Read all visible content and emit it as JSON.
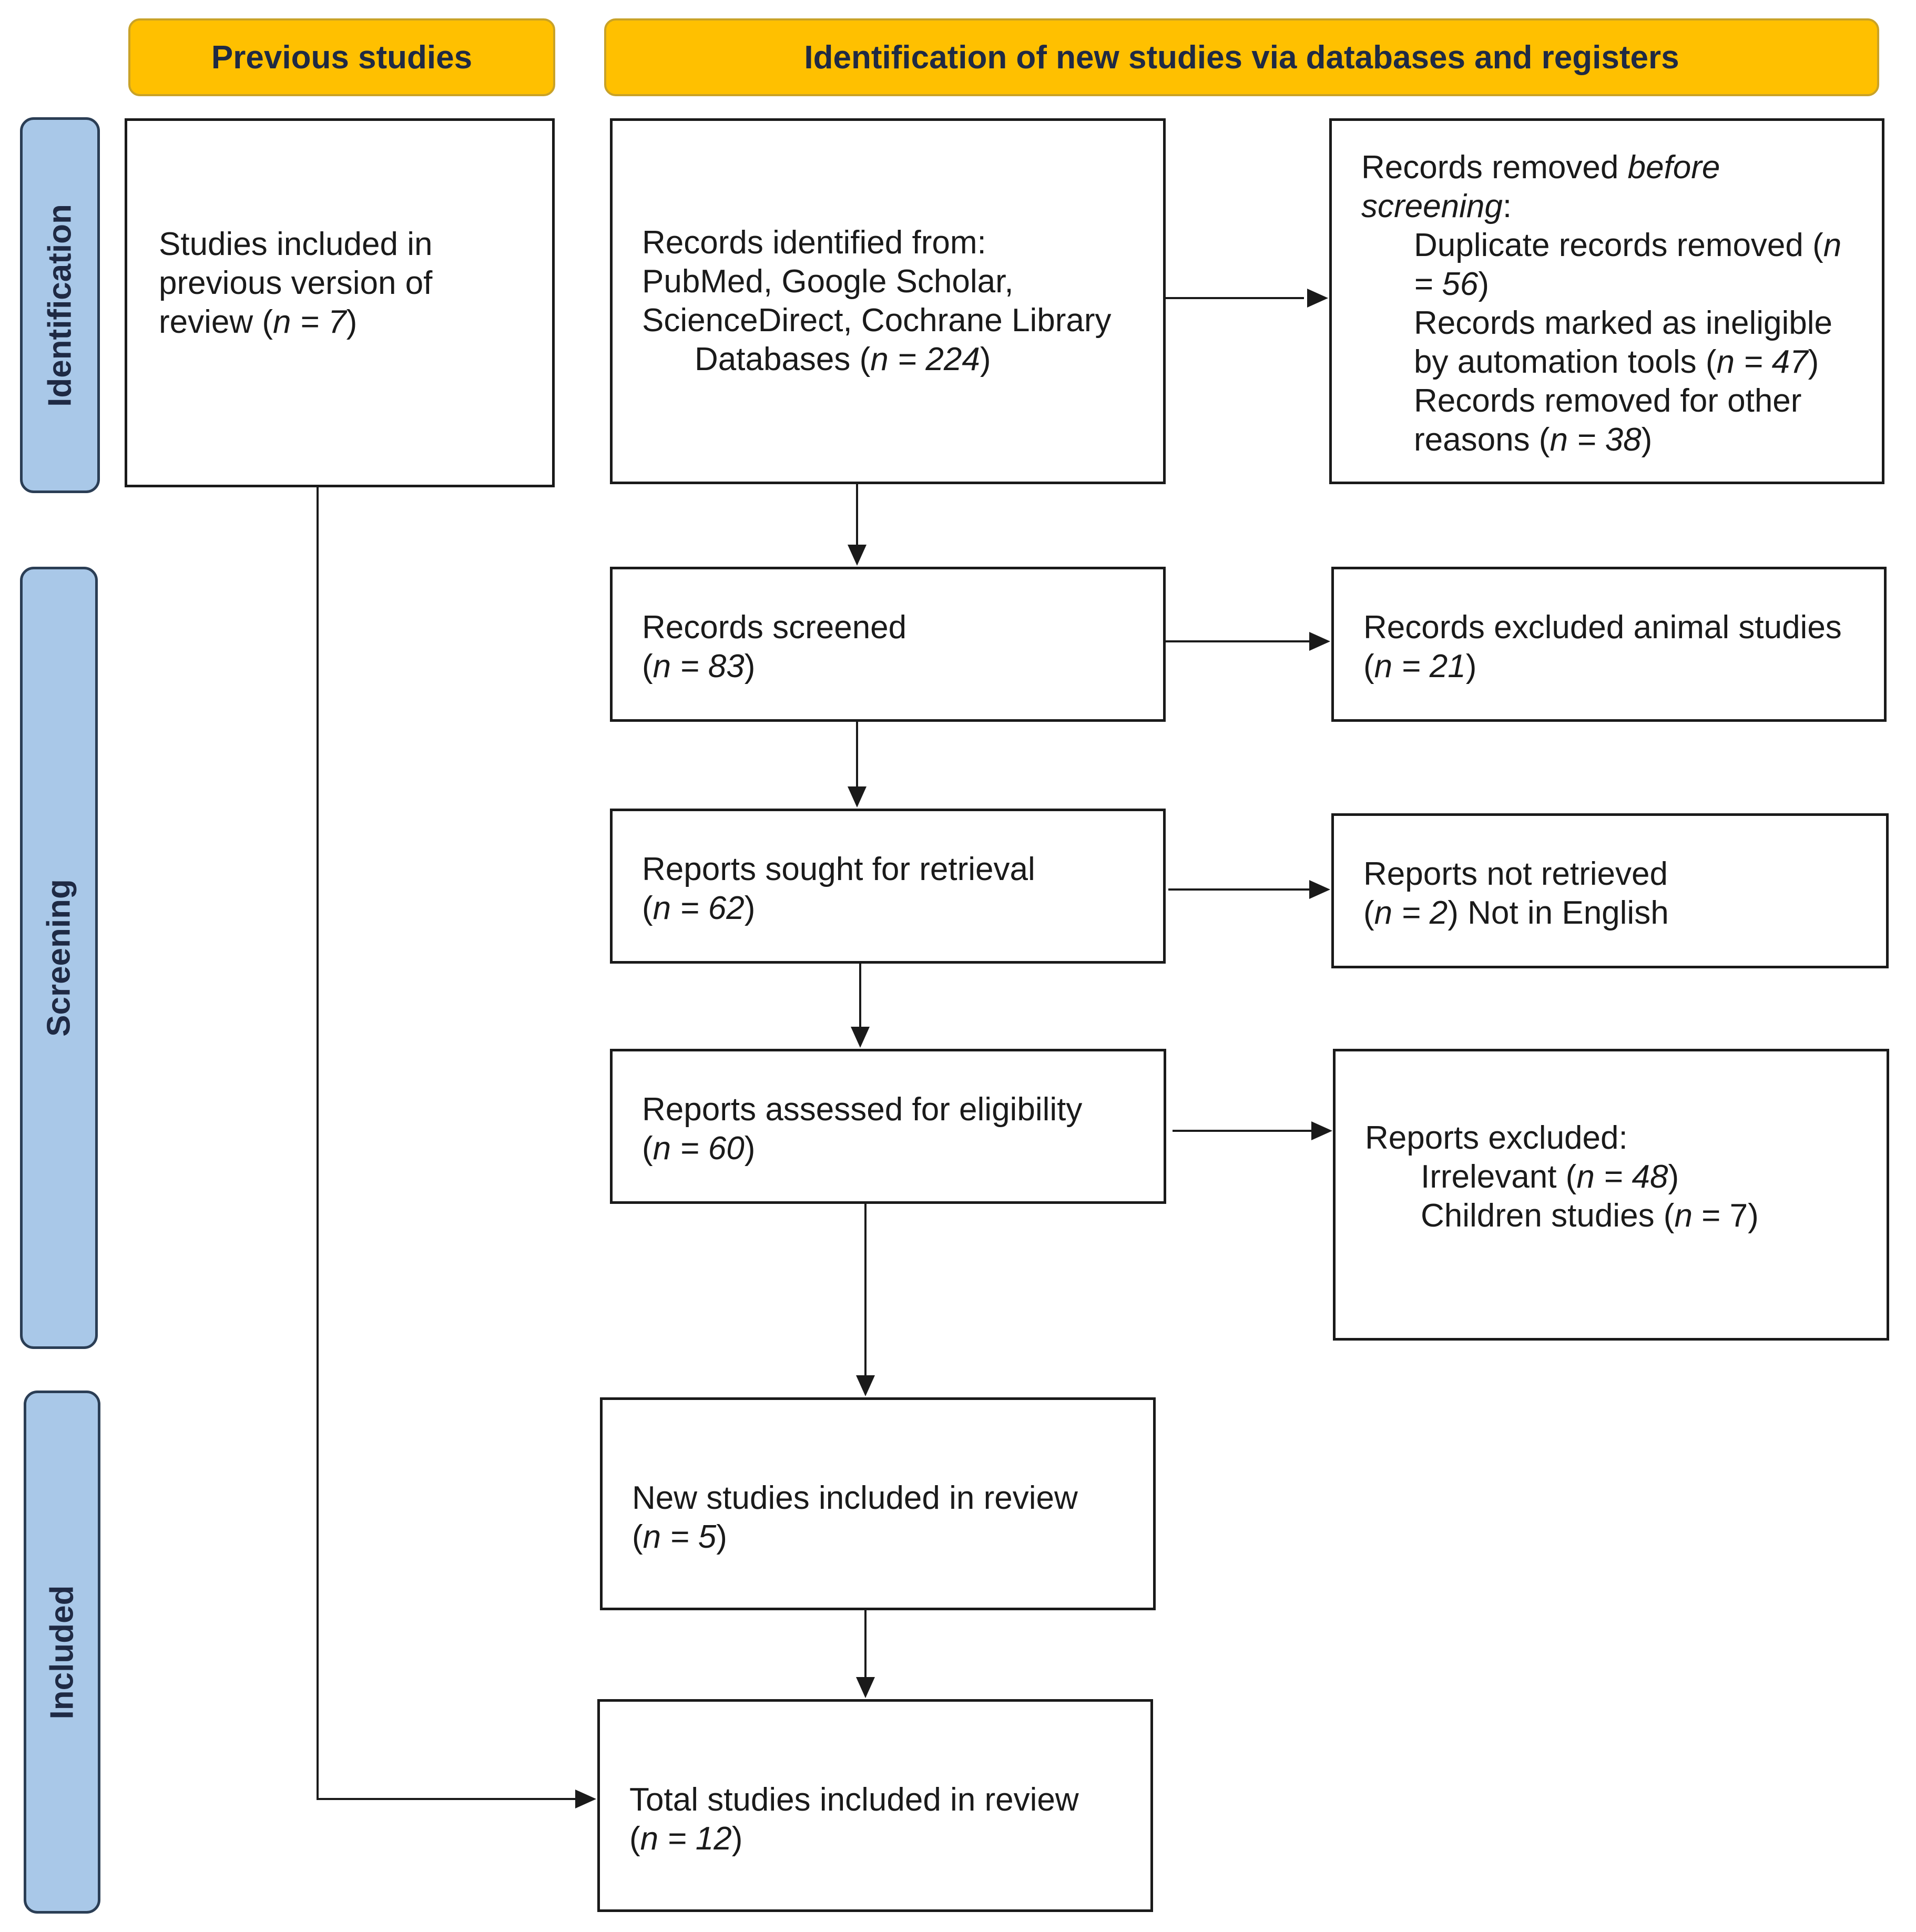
{
  "headers": {
    "previous": "Previous studies",
    "identification_new": "Identification of new studies via databases and registers"
  },
  "phases": {
    "identification": "Identification",
    "screening": "Screening",
    "included": "Included"
  },
  "previous_box": {
    "line1": "Studies included in",
    "line2": "previous version of",
    "line3_prefix": "review (",
    "n_label": "n = 7",
    "suffix": ")"
  },
  "records_identified": {
    "line1": "Records identified from:",
    "line2": "PubMed, Google Scholar,",
    "line3": "ScienceDirect, Cochrane Library",
    "line4_prefix": "Databases (",
    "n_label": "n = 224",
    "suffix": ")"
  },
  "records_removed": {
    "title_prefix": "Records removed ",
    "title_emph": "before",
    "title_emph2": "screening",
    "title_suffix": ":",
    "dup_prefix": "Duplicate records removed (",
    "dup_n1": "n",
    "dup_n2": "= 56",
    "ineligible_line1": "Records marked as ineligible",
    "ineligible_prefix": "by automation tools (",
    "ineligible_n": "n = 47",
    "other_line1": "Records removed for other",
    "other_prefix": "reasons (",
    "other_n": "n = 38",
    "suffix": ")"
  },
  "records_screened": {
    "title": "Records screened",
    "n_label": "n = 83",
    "open": "(",
    "close": ")"
  },
  "records_excluded": {
    "title": "Records excluded animal studies",
    "n_label": "n = 21",
    "open": "(",
    "close": ")"
  },
  "reports_sought": {
    "title": "Reports sought for retrieval",
    "n_label": "n = 62",
    "open": "(",
    "close": ")"
  },
  "reports_not_retrieved": {
    "title": "Reports not retrieved",
    "n_label": "n = 2",
    "open": "(",
    "close": ") Not in English"
  },
  "reports_assessed": {
    "title": "Reports assessed for eligibility",
    "n_label": "n = 60",
    "open": "(",
    "close": ")"
  },
  "reports_excluded": {
    "title": "Reports excluded:",
    "irrelevant_prefix": "Irrelevant (",
    "irrelevant_n": "n = 48",
    "children_prefix": "Children studies (",
    "children_n": "n",
    "children_rest": " = 7",
    "suffix": ")"
  },
  "new_studies": {
    "title": "New studies included in review",
    "n_label": "n = 5",
    "open": "(",
    "close": ")"
  },
  "total_studies": {
    "title": "Total studies included in review",
    "n_label": "n = 12",
    "open": "(",
    "close": ")"
  },
  "colors": {
    "header_fill": "#ffc000",
    "phase_fill": "#a9c8e8",
    "line": "#1a1a1a"
  }
}
